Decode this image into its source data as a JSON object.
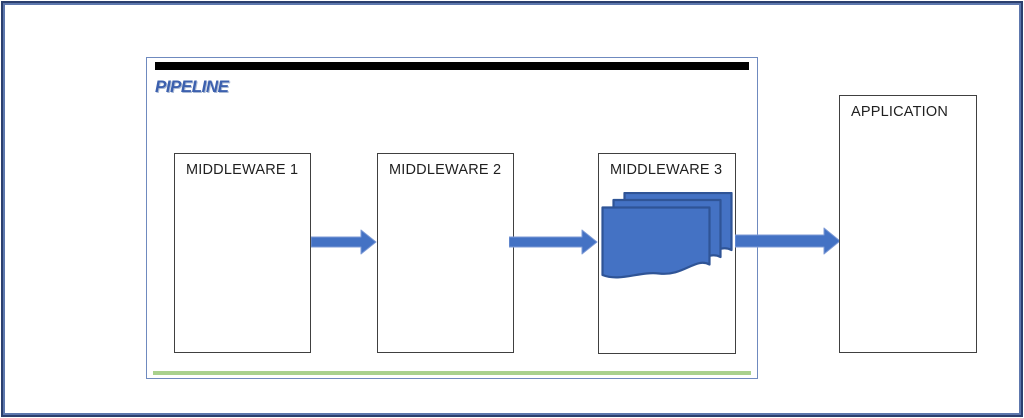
{
  "colors": {
    "accent_blue": "#4472c4",
    "accent_blue_dark": "#2f5496",
    "arrow_edge": "#7d9ad6",
    "pipeline_border": "#6f8abf",
    "outer_border_dark": "#2b3f6e",
    "outer_border_light": "#5d77ad",
    "green_line": "#a9d18e",
    "box_border": "#404040",
    "top_bar": "#000000",
    "title_blue": "#3c60ae",
    "text": "#1f1f1f"
  },
  "pipeline": {
    "title": "PIPELINE",
    "middleware_boxes": [
      {
        "label": "MIDDLEWARE 1"
      },
      {
        "label": "MIDDLEWARE 2"
      },
      {
        "label": "MIDDLEWARE 3"
      }
    ]
  },
  "application": {
    "label": "APPLICATION"
  },
  "icons": {
    "documents_stack": "documents-stack-icon"
  }
}
